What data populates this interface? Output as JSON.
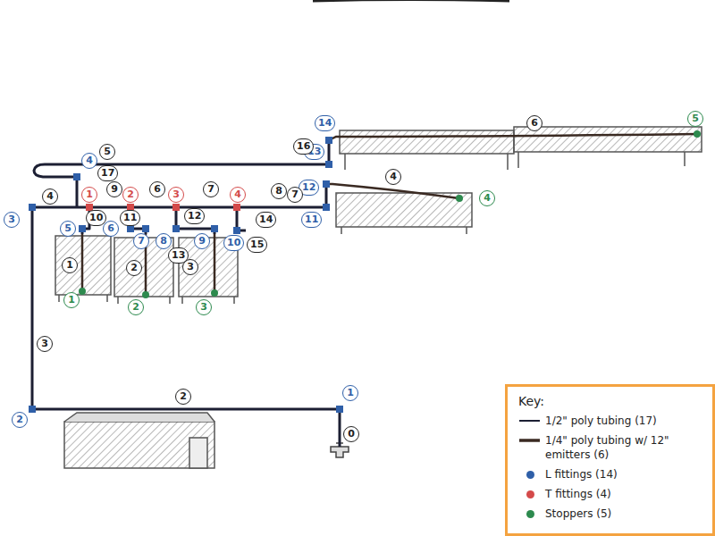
{
  "diagram": {
    "nodes": [
      {
        "text": [
          "Key:"
        ]
      }
    ],
    "labels": [
      "1",
      "2",
      "3",
      "4",
      "5",
      "6",
      "7",
      "8",
      "9",
      "10",
      "11",
      "12",
      "13",
      "14",
      "1",
      "2",
      "3",
      "4",
      "1",
      "2",
      "3",
      "4",
      "5",
      "0",
      "2",
      "3",
      "1",
      "2",
      "3",
      "4",
      "5",
      "6",
      "4",
      "6",
      "7",
      "8",
      "9",
      "10",
      "11",
      "12",
      "13",
      "14",
      "15",
      "16",
      "17",
      "7"
    ],
    "legend": [
      {
        "text": "1/2\" poly tubing (17)"
      },
      {
        "text": "1/4\" poly tubing w/ 12\" emitters (6)"
      },
      {
        "text": "L fittings (14)",
        "color": "#2f5fa8"
      },
      {
        "text": "T fittings (4)",
        "color": "#d44a4a"
      },
      {
        "text": "Stoppers (5)",
        "color": "#2d8a4e"
      }
    ]
  }
}
